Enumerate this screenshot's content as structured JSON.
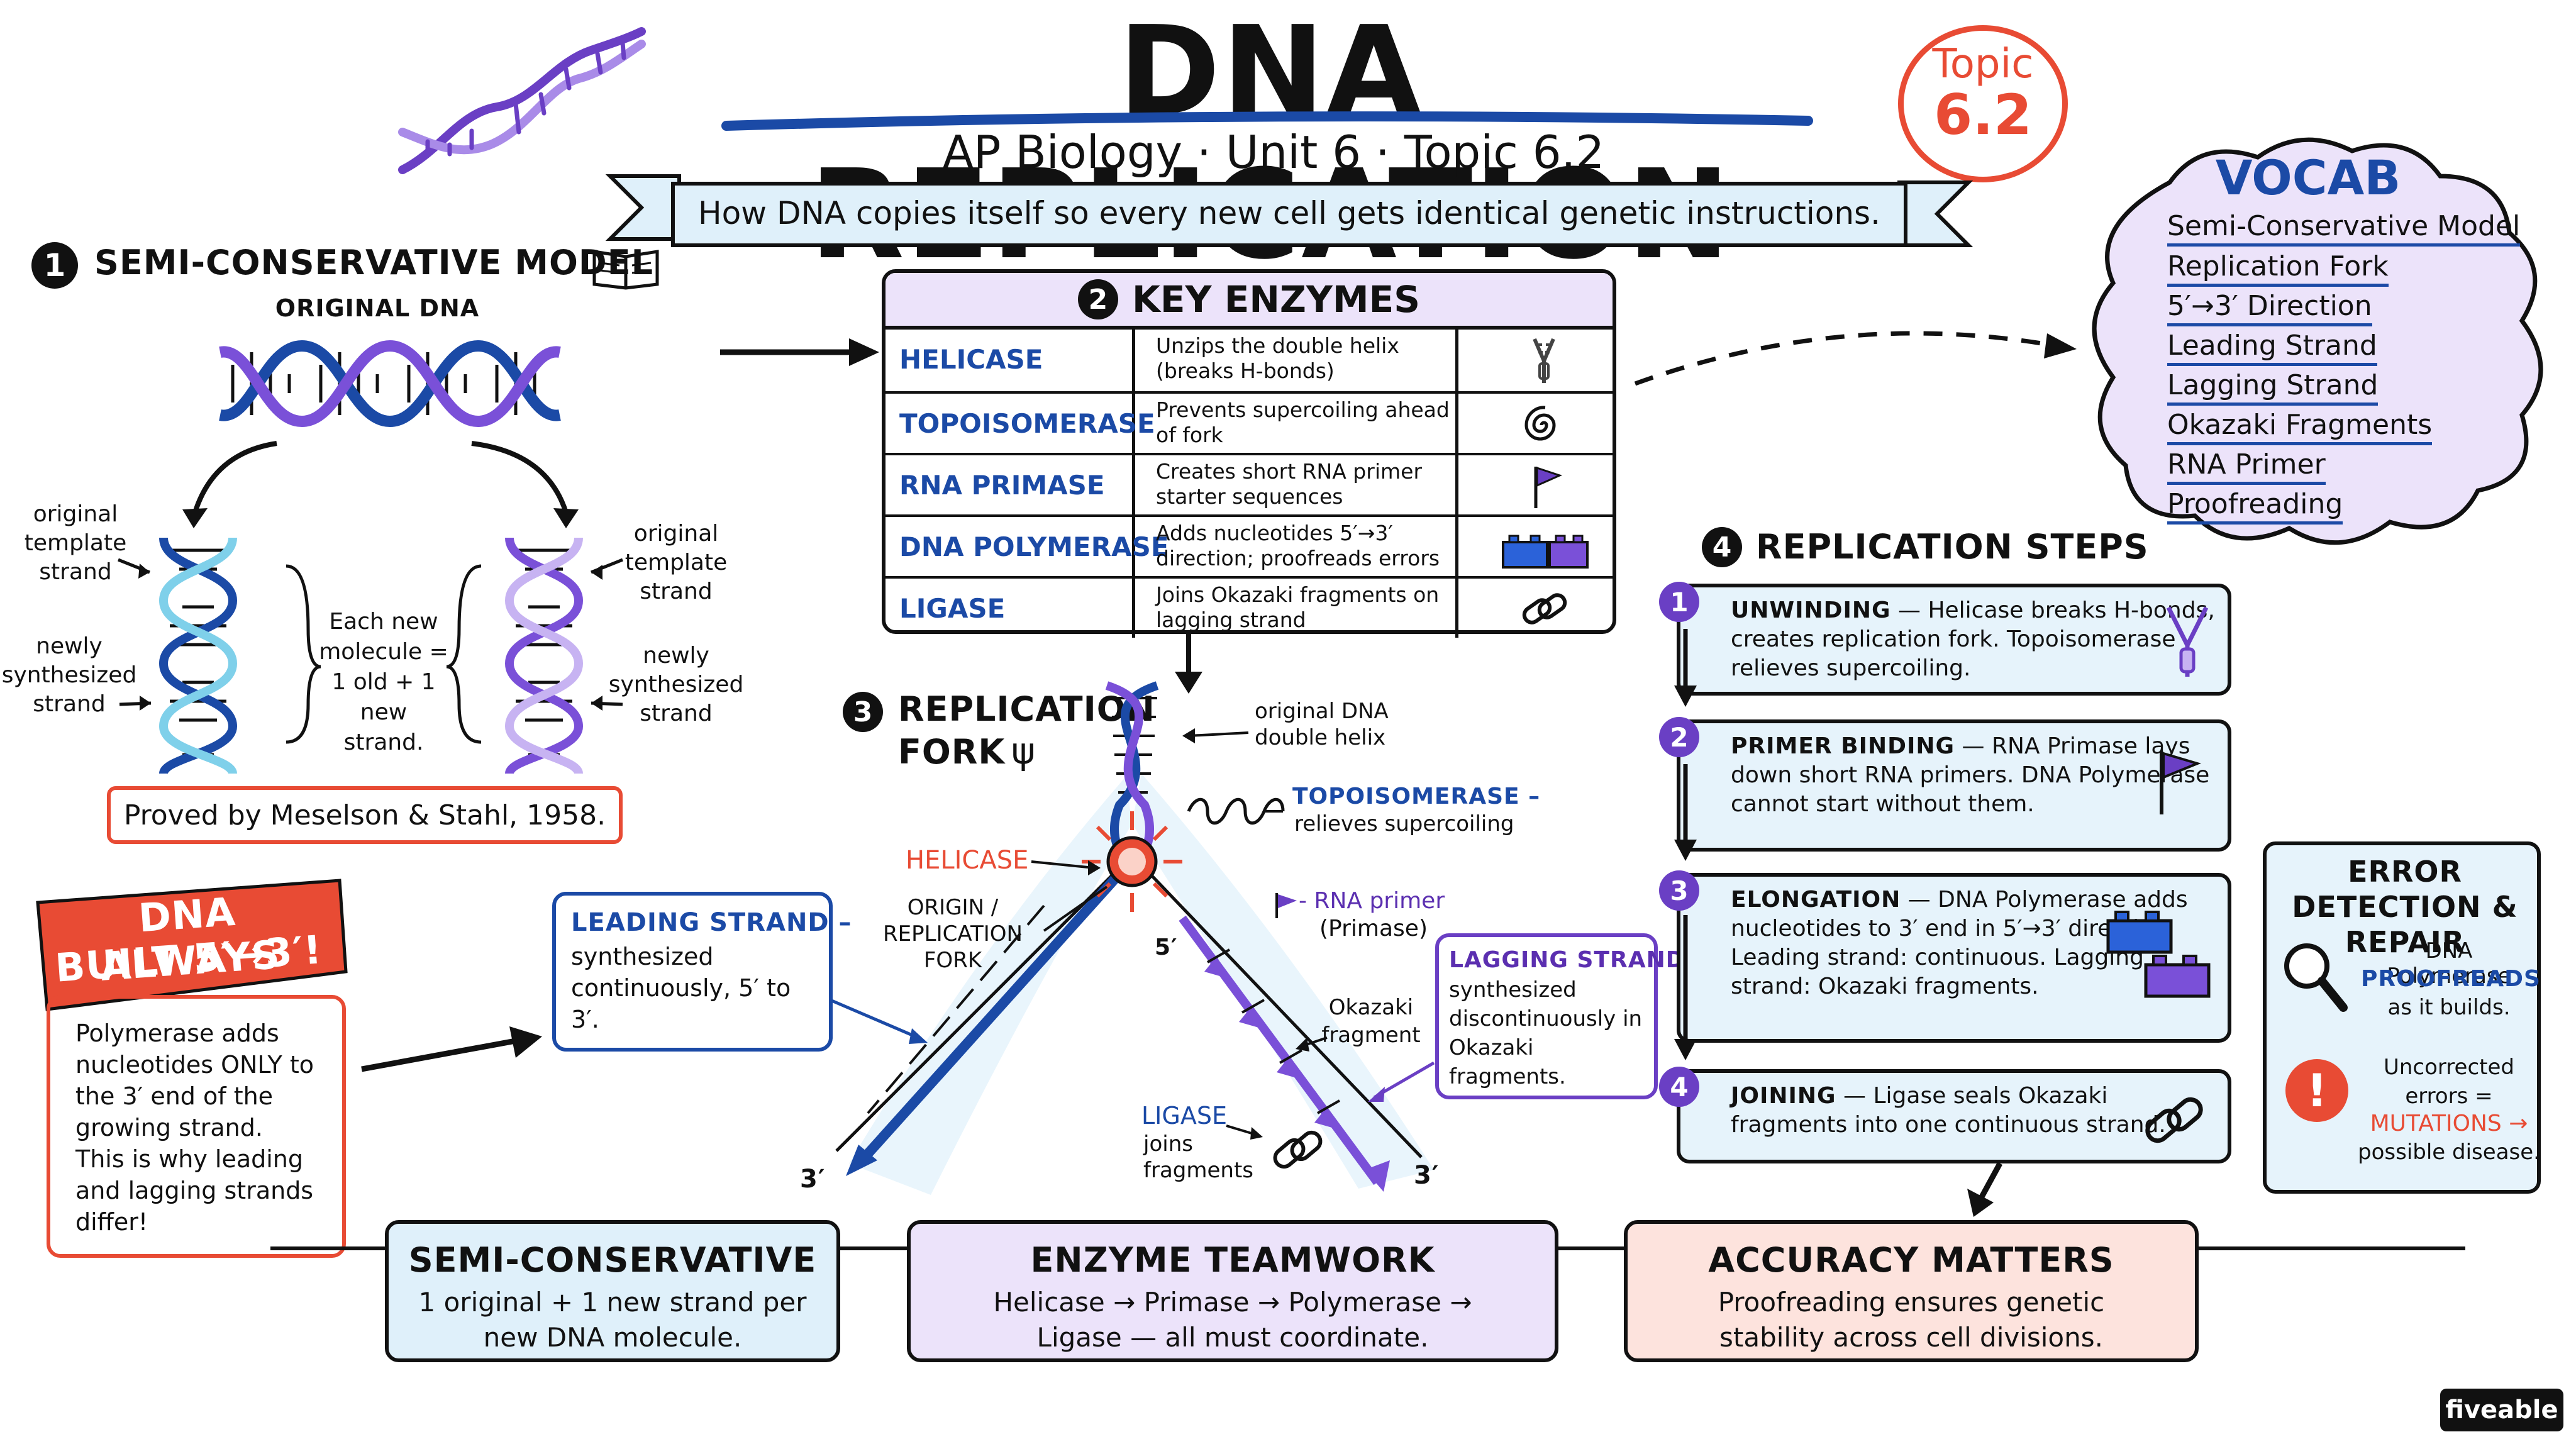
{
  "title": "DNA REPLICATION",
  "subtitle": "AP Biology · Unit 6 · Topic 6.2",
  "topic_badge": {
    "line1": "Topic",
    "line2": "6.2"
  },
  "banner": "How DNA copies itself so every new cell gets identical genetic instructions.",
  "section1": {
    "num": "1",
    "title": "SEMI-CONSERVATIVE MODEL",
    "original_label": "ORIGINAL DNA",
    "left_template": "original template strand",
    "left_new": "newly synthesized strand",
    "right_template": "original template strand",
    "right_new": "newly synthesized strand",
    "middle": "Each new molecule = 1 old + 1 new strand.",
    "proof": "Proved by Meselson & Stahl, 1958."
  },
  "section2": {
    "num": "2",
    "title": "KEY ENZYMES",
    "rows": [
      {
        "name": "HELICASE",
        "desc": "Unzips the double helix (breaks H-bonds)",
        "icon": "zipper-icon"
      },
      {
        "name": "TOPOISOMERASE",
        "desc": "Prevents supercoiling ahead of fork",
        "icon": "spiral-icon"
      },
      {
        "name": "RNA PRIMASE",
        "desc": "Creates short RNA primer starter sequences",
        "icon": "flag-icon"
      },
      {
        "name": "DNA POLYMERASE",
        "desc": "Adds nucleotides 5′→3′ direction; proofreads errors",
        "icon": "building-blocks-icon"
      },
      {
        "name": "LIGASE",
        "desc": "Joins Okazaki fragments on lagging strand",
        "icon": "chain-link-icon"
      }
    ]
  },
  "section3": {
    "num": "3",
    "title_line1": "REPLICATION",
    "title_line2": "FORK",
    "original_dna": "original DNA double helix",
    "topo_name": "TOPOISOMERASE –",
    "topo_desc": "relieves supercoiling",
    "helicase": "HELICASE",
    "origin": "ORIGIN / REPLICATION FORK",
    "rna_primer": "- RNA primer",
    "primase": "(Primase)",
    "five_prime": "5′",
    "okazaki": "Okazaki fragment",
    "ligase_name": "LIGASE",
    "ligase_desc": "joins fragments",
    "three_left": "3′",
    "three_right": "3′",
    "leading_title": "LEADING STRAND –",
    "leading_desc": "synthesized continuously, 5′ to 3′.",
    "lagging_title": "LAGGING STRAND –",
    "lagging_desc": "synthesized discontinuously in Okazaki fragments."
  },
  "always": {
    "line1": "DNA ALWAYS",
    "line2": "BUILT 5′→3′!",
    "body": "Polymerase adds nucleotides ONLY to the 3′ end of the growing strand. This is why leading and lagging strands differ!"
  },
  "vocab": {
    "title": "VOCAB",
    "items": [
      "Semi-Conservative Model",
      "Replication Fork",
      "5′→3′ Direction",
      "Leading Strand",
      "Lagging Strand",
      "Okazaki Fragments",
      "RNA Primer",
      "Proofreading"
    ]
  },
  "section4": {
    "num": "4",
    "title": "REPLICATION STEPS",
    "steps": [
      {
        "num": "1",
        "title": "UNWINDING",
        "text": " — Helicase breaks H-bonds, creates replication fork. Topoisomerase relieves supercoiling."
      },
      {
        "num": "2",
        "title": "PRIMER BINDING",
        "text": " — RNA Primase lays down short RNA primers. DNA Polymerase cannot start without them."
      },
      {
        "num": "3",
        "title": "ELONGATION",
        "text": " — DNA Polymerase adds nucleotides to 3′ end in 5′→3′ direction. Leading strand: continuous. Lagging strand: Okazaki fragments."
      },
      {
        "num": "4",
        "title": "JOINING",
        "text": " — Ligase seals Okazaki fragments into one continuous strand."
      }
    ]
  },
  "error": {
    "title": "ERROR DETECTION & REPAIR",
    "line1": "DNA Polymerase",
    "proofreads": "PROOFREADS",
    "line2": "as it builds.",
    "line3": "Uncorrected errors =",
    "mutations": "MUTATIONS →",
    "line4": "possible disease.",
    "icon_text": "!"
  },
  "bottom": [
    {
      "title": "SEMI-CONSERVATIVE",
      "text": "1 original + 1 new strand per new DNA molecule."
    },
    {
      "title": "ENZYME TEAMWORK",
      "text": "Helicase → Primase → Polymerase → Ligase — all must coordinate."
    },
    {
      "title": "ACCURACY MATTERS",
      "text": "Proofreading ensures genetic stability across cell divisions."
    }
  ],
  "brand": "fiveable",
  "colors": {
    "blue": "#1b4aa6",
    "purple": "#6a3fc4",
    "red": "#e84b34",
    "light_blue": "#e6f3fb",
    "light_purple": "#ece3fa",
    "light_red": "#fde3dd"
  }
}
